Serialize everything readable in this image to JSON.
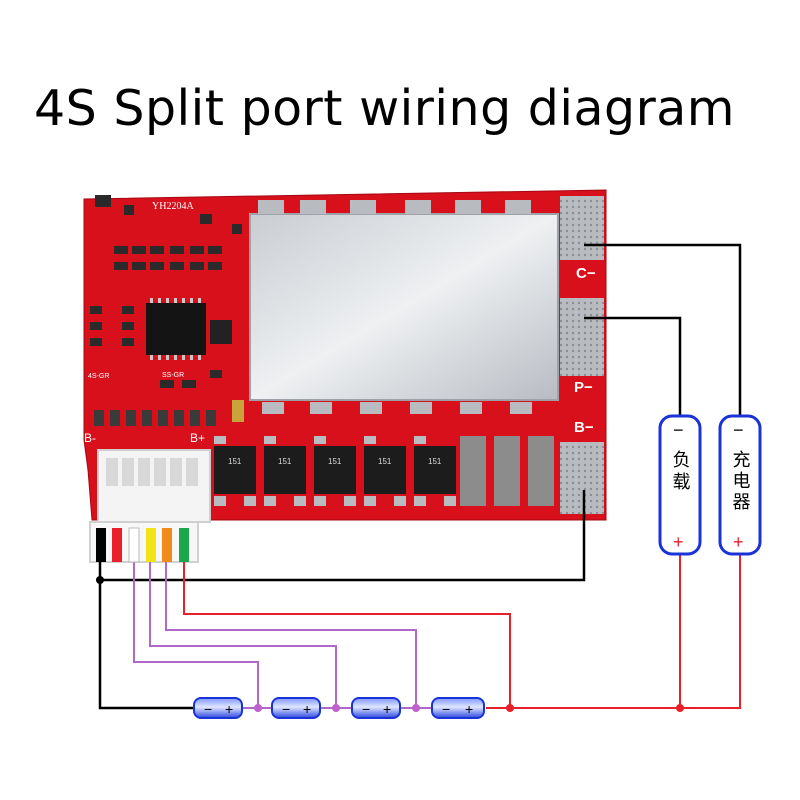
{
  "title": "4S Split port wiring diagram",
  "board": {
    "model_marking": "YH2204A",
    "silk_b_minus": "B-",
    "silk_b_plus": "B+",
    "silk_small_left": "4S-GR",
    "silk_small_mid": "SS-GR",
    "mosfet_marking": "151",
    "color": "#d8101c"
  },
  "ports": {
    "c_minus": "C−",
    "p_minus": "P−",
    "b_minus": "B−"
  },
  "devices": {
    "load": {
      "label": "负载",
      "neg": "−",
      "pos": "+"
    },
    "charger": {
      "label": "充电器",
      "neg": "−",
      "pos": "+"
    }
  },
  "cells": [
    {
      "neg": "−",
      "pos": "+"
    },
    {
      "neg": "−",
      "pos": "+"
    },
    {
      "neg": "−",
      "pos": "+"
    },
    {
      "neg": "−",
      "pos": "+"
    }
  ],
  "wire_colors": {
    "negative": "#000000",
    "positive": "#e8202a",
    "balance": "#b069c8",
    "node": "#c060d0",
    "cell_body": "#1a33d6"
  },
  "connector_wire_colors": [
    "#000000",
    "#e8202a",
    "#ffffff",
    "#f2e21a",
    "#f08a18",
    "#1ca84a"
  ]
}
